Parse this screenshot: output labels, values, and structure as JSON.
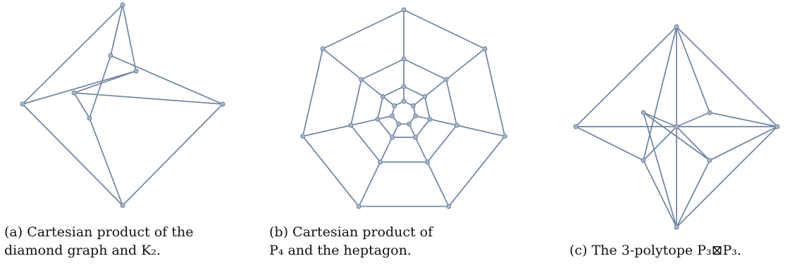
{
  "figures": [
    {
      "id": "a",
      "caption": [
        "(a) Cartesian product of the",
        "diamond graph and K₂."
      ],
      "edges": [
        [
          0,
          1
        ],
        [
          0,
          4
        ],
        [
          0,
          5
        ],
        [
          1,
          3
        ],
        [
          1,
          5
        ],
        [
          2,
          3
        ],
        [
          2,
          4
        ],
        [
          2,
          6
        ],
        [
          3,
          7
        ],
        [
          4,
          7
        ],
        [
          5,
          6
        ],
        [
          6,
          7
        ]
      ]
    },
    {
      "id": "b",
      "caption": [
        "(b) Cartesian product of",
        "P₄ and the heptagon."
      ],
      "rings": 4,
      "ring_size": 7
    },
    {
      "id": "c",
      "caption": [
        "(c) The 3-polytope P₃⊠P₃."
      ],
      "edges": [
        [
          0,
          1
        ],
        [
          0,
          2
        ],
        [
          0,
          3
        ],
        [
          0,
          4
        ],
        [
          0,
          5
        ],
        [
          0,
          6
        ],
        [
          0,
          7
        ],
        [
          0,
          8
        ],
        [
          1,
          2
        ],
        [
          1,
          4
        ],
        [
          1,
          5
        ],
        [
          1,
          7
        ],
        [
          2,
          3
        ],
        [
          2,
          5
        ],
        [
          2,
          6
        ],
        [
          3,
          6
        ],
        [
          3,
          7
        ],
        [
          3,
          8
        ],
        [
          4,
          7
        ],
        [
          6,
          8
        ]
      ]
    }
  ]
}
